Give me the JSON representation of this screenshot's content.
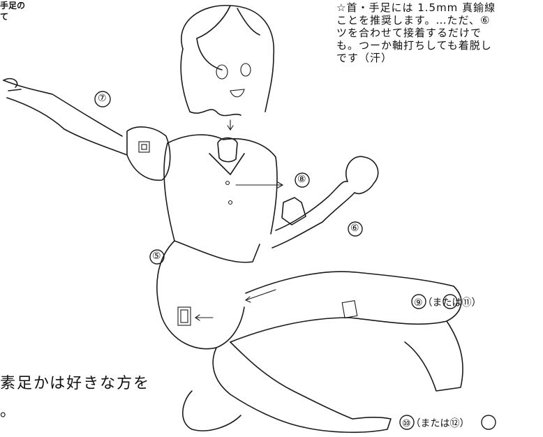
{
  "header": {
    "line1": "手足の",
    "line2": "て"
  },
  "note": {
    "lines": [
      "☆首・手足には 1.5mm 真鍮線",
      "ことを推奨します。…ただ、⑥",
      "ツを合わせて接着するだけで",
      "も。つーか軸打ちしても着脱し",
      "です（汗）"
    ]
  },
  "bottom": {
    "line1": "素足かは好きな方を",
    "line2": "。"
  },
  "labels": {
    "p5": "⑤",
    "p6": "⑥",
    "p7": "⑦",
    "p8": "⑧",
    "p9": "⑨（または⑪）",
    "p10": "⑩（または⑫）"
  }
}
